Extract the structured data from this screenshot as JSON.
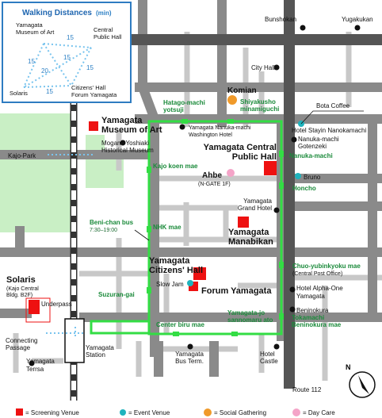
{
  "colors": {
    "road_major": "#8a8a8a",
    "road_minor": "#c8c8c8",
    "road_dark": "#555555",
    "park": "#c9efc5",
    "bus_route": "#33dd44",
    "bus_stop_text": "#1a8a3a",
    "screening": "#ee1111",
    "event": "#1fb3bd",
    "social": "#f09a2a",
    "daycare": "#f4a4c8",
    "walk_line": "#79c4ee",
    "inset_border": "#2e7cc1",
    "inset_title": "#1f66b0"
  },
  "inset": {
    "title": "Walking Distances",
    "unit": "(min)",
    "nodes": {
      "museum": "Yamagata\nMuseum of Art",
      "central": "Central\nPublic Hall",
      "solaris": "Solaris",
      "citizens": "Citizens' Hall\nForum Yamagata"
    },
    "distances": {
      "museum_central": "15",
      "museum_solaris": "15",
      "central_citizens": "15",
      "solaris_citizens": "15",
      "museum_citizens": "20",
      "central_solaris": "15"
    }
  },
  "screening_venues": {
    "museum": "Yamagata\nMuseum of Art",
    "central": "Yamagata Central\nPublic Hall",
    "manabikan": "Yamagata\nManabikan",
    "citizens": "Yamagata\nCitizens' Hall",
    "forum": "Forum Yamagata",
    "solaris": "Solaris",
    "solaris_note": "(Kajo Central\nBldg. B2F)"
  },
  "event_venues": {
    "bota": "Bota Coffee",
    "bruno": "Bruno",
    "slowjam": "Slow Jam"
  },
  "social_venue": "Komian",
  "daycare_venue": "Ahbe",
  "daycare_note": "(N-GATE 1F)",
  "landmarks": [
    {
      "id": "bunshokan",
      "label": "Bunshokan"
    },
    {
      "id": "yugakukan",
      "label": "Yugakukan"
    },
    {
      "id": "cityhall",
      "label": "City Hall"
    },
    {
      "id": "mogami",
      "label": "Mogami Yoshiaki\nHistorical Museum"
    },
    {
      "id": "washington",
      "label": "Yamagata Nanuka-machi\nWashington Hotel"
    },
    {
      "id": "stayin",
      "label": "Hotel Stayin Nanokamachi"
    },
    {
      "id": "gotenzeki",
      "label": "Nanuka-machi\nGotenzeki"
    },
    {
      "id": "grandhotel",
      "label": "Yamagata\nGrand Hotel"
    },
    {
      "id": "alphaone",
      "label": "Hotel Alpha-One\nYamagata"
    },
    {
      "id": "beninokura",
      "label": "Beninokura"
    },
    {
      "id": "castle",
      "label": "Hotel\nCastle"
    },
    {
      "id": "busterm",
      "label": "Yamagata\nBus Term."
    },
    {
      "id": "terrsa",
      "label": "Yamagata\nTerrsa"
    },
    {
      "id": "station",
      "label": "Yamagata\nStation"
    },
    {
      "id": "kajopark",
      "label": "Kajo-Park"
    }
  ],
  "bus_stops": [
    {
      "id": "hatago",
      "label": "Hatago-machi\nyotsuji"
    },
    {
      "id": "shiyakusho",
      "label": "Shiyakusho\nminamiguchi"
    },
    {
      "id": "nanuka",
      "label": "Nanuka-machi"
    },
    {
      "id": "honcho",
      "label": "Honcho"
    },
    {
      "id": "kajokoen",
      "label": "Kajo koen mae"
    },
    {
      "id": "nhk",
      "label": "NHK mae"
    },
    {
      "id": "chuo",
      "label": "Chuo-yubinkyoku mae"
    },
    {
      "id": "suzuran",
      "label": "Suzuran-gai"
    },
    {
      "id": "tokamachi",
      "label": "Tokamachi\nBeninokura mae"
    },
    {
      "id": "yamagatajo",
      "label": "Yamagata-jo\nsannomaru ato"
    },
    {
      "id": "centerbiru",
      "label": "Center biru mae"
    }
  ],
  "post_office_note": "(Central Post Office)",
  "bus": {
    "name": "Beni-chan bus",
    "hours": "7:30–19:00"
  },
  "underpass": "Underpass",
  "connecting": "Connecting\nPassage",
  "route": "Route 112",
  "compass": "N",
  "legend": [
    {
      "type": "screening",
      "label": "= Screening Venue"
    },
    {
      "type": "event",
      "label": "= Event Venue"
    },
    {
      "type": "social",
      "label": "= Social Gathering"
    },
    {
      "type": "daycare",
      "label": "= Day Care"
    }
  ]
}
